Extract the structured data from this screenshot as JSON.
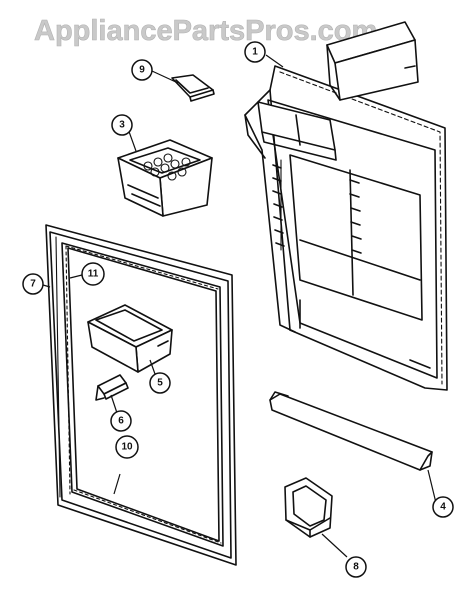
{
  "watermark": {
    "text": "AppliancePartsPros.com"
  },
  "callouts": {
    "c1": "1",
    "c3": "3",
    "c4": "4",
    "c5": "5",
    "c6": "6",
    "c7": "7",
    "c8": "8",
    "c9": "9",
    "c10": "10",
    "c11": "11"
  },
  "colors": {
    "ink": "#111111",
    "background": "#ffffff",
    "watermark": "#c9c9c9"
  }
}
